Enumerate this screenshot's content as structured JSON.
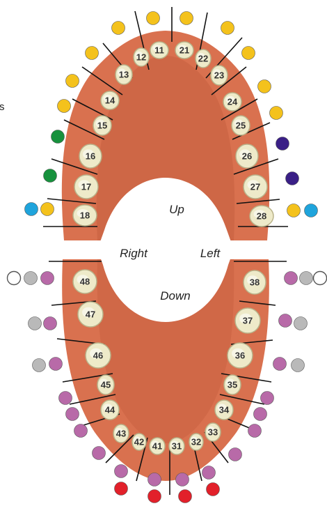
{
  "labels": {
    "up": "Up",
    "down": "Down",
    "right": "Right",
    "left": "Left",
    "edge_fragment": "s"
  },
  "colors": {
    "gum": "#d9714f",
    "gum_dark": "#c55e3f",
    "gum_light": "#f0a286",
    "tooth_fill": "#eeeac9",
    "tooth_stroke": "#b9b38a",
    "yellow": "#f4c21c",
    "blue": "#1fa4dc",
    "green": "#17913d",
    "navy": "#3a1f86",
    "purple": "#b86aa8",
    "grey": "#b9b9b9",
    "white": "#ffffff",
    "red": "#e2202a"
  },
  "upper_teeth": [
    {
      "num": "18",
      "markers": [
        "blue",
        "yellow"
      ]
    },
    {
      "num": "17",
      "markers": [
        "green"
      ]
    },
    {
      "num": "16",
      "markers": [
        "green"
      ]
    },
    {
      "num": "15",
      "markers": [
        "yellow"
      ]
    },
    {
      "num": "14",
      "markers": [
        "yellow"
      ]
    },
    {
      "num": "13",
      "markers": [
        "yellow"
      ]
    },
    {
      "num": "12",
      "markers": [
        "yellow"
      ]
    },
    {
      "num": "11",
      "markers": [
        "yellow"
      ]
    },
    {
      "num": "21",
      "markers": [
        "yellow"
      ]
    },
    {
      "num": "22",
      "markers": [
        "yellow"
      ]
    },
    {
      "num": "23",
      "markers": [
        "yellow"
      ]
    },
    {
      "num": "24",
      "markers": [
        "yellow"
      ]
    },
    {
      "num": "25",
      "markers": [
        "yellow"
      ]
    },
    {
      "num": "26",
      "markers": [
        "navy"
      ]
    },
    {
      "num": "27",
      "markers": [
        "navy"
      ]
    },
    {
      "num": "28",
      "markers": [
        "yellow",
        "blue"
      ]
    }
  ],
  "lower_teeth": [
    {
      "num": "48",
      "markers": [
        "white",
        "grey",
        "purple"
      ]
    },
    {
      "num": "47",
      "markers": [
        "grey",
        "purple"
      ]
    },
    {
      "num": "46",
      "markers": [
        "grey",
        "purple"
      ]
    },
    {
      "num": "45",
      "markers": [
        "purple"
      ]
    },
    {
      "num": "44",
      "markers": [
        "purple"
      ]
    },
    {
      "num": "43",
      "markers": [
        "purple",
        "purple"
      ]
    },
    {
      "num": "42",
      "markers": [
        "purple",
        "red"
      ]
    },
    {
      "num": "41",
      "markers": [
        "purple",
        "red"
      ]
    },
    {
      "num": "31",
      "markers": [
        "purple",
        "red"
      ]
    },
    {
      "num": "32",
      "markers": [
        "purple",
        "red"
      ]
    },
    {
      "num": "33",
      "markers": [
        "purple",
        "purple"
      ]
    },
    {
      "num": "34",
      "markers": [
        "purple"
      ]
    },
    {
      "num": "35",
      "markers": [
        "purple"
      ]
    },
    {
      "num": "36",
      "markers": [
        "purple",
        "grey"
      ]
    },
    {
      "num": "37",
      "markers": [
        "purple",
        "grey"
      ]
    },
    {
      "num": "38",
      "markers": [
        "purple",
        "grey",
        "white"
      ]
    }
  ]
}
